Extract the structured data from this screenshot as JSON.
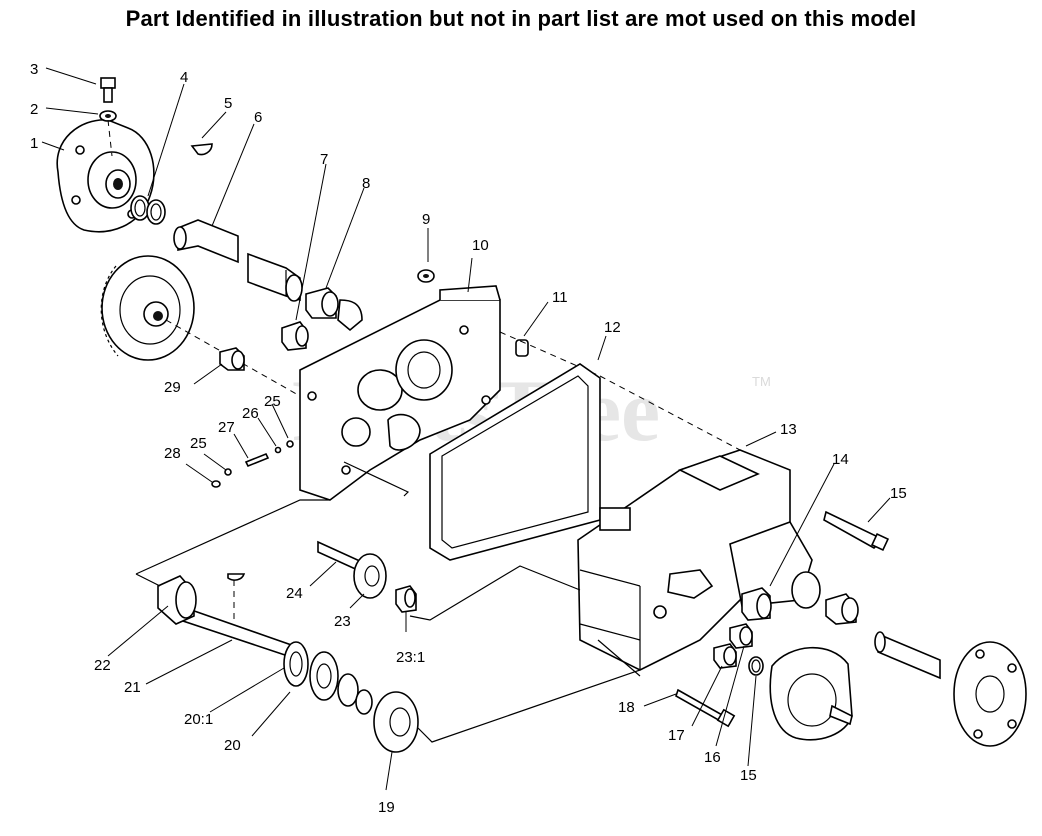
{
  "header": {
    "title": "Part Identified in illustration but not in part list are mot used on this model"
  },
  "watermark": {
    "text": "PartsTree",
    "trademark": "TM"
  },
  "callouts": [
    {
      "id": "c1",
      "label": "1"
    },
    {
      "id": "c2",
      "label": "2"
    },
    {
      "id": "c3",
      "label": "3"
    },
    {
      "id": "c4",
      "label": "4"
    },
    {
      "id": "c5",
      "label": "5"
    },
    {
      "id": "c6",
      "label": "6"
    },
    {
      "id": "c7",
      "label": "7"
    },
    {
      "id": "c8",
      "label": "8"
    },
    {
      "id": "c9",
      "label": "9"
    },
    {
      "id": "c10",
      "label": "10"
    },
    {
      "id": "c11",
      "label": "11"
    },
    {
      "id": "c12",
      "label": "12"
    },
    {
      "id": "c13",
      "label": "13"
    },
    {
      "id": "c14",
      "label": "14"
    },
    {
      "id": "c15a",
      "label": "15"
    },
    {
      "id": "c15b",
      "label": "15"
    },
    {
      "id": "c16",
      "label": "16"
    },
    {
      "id": "c17",
      "label": "17"
    },
    {
      "id": "c18",
      "label": "18"
    },
    {
      "id": "c19",
      "label": "19"
    },
    {
      "id": "c20",
      "label": "20"
    },
    {
      "id": "c20_1",
      "label": "20:1"
    },
    {
      "id": "c21",
      "label": "21"
    },
    {
      "id": "c22",
      "label": "22"
    },
    {
      "id": "c23",
      "label": "23"
    },
    {
      "id": "c23_1",
      "label": "23:1"
    },
    {
      "id": "c24",
      "label": "24"
    },
    {
      "id": "c25a",
      "label": "25"
    },
    {
      "id": "c25b",
      "label": "25"
    },
    {
      "id": "c26",
      "label": "26"
    },
    {
      "id": "c27",
      "label": "27"
    },
    {
      "id": "c28",
      "label": "28"
    },
    {
      "id": "c29",
      "label": "29"
    }
  ]
}
